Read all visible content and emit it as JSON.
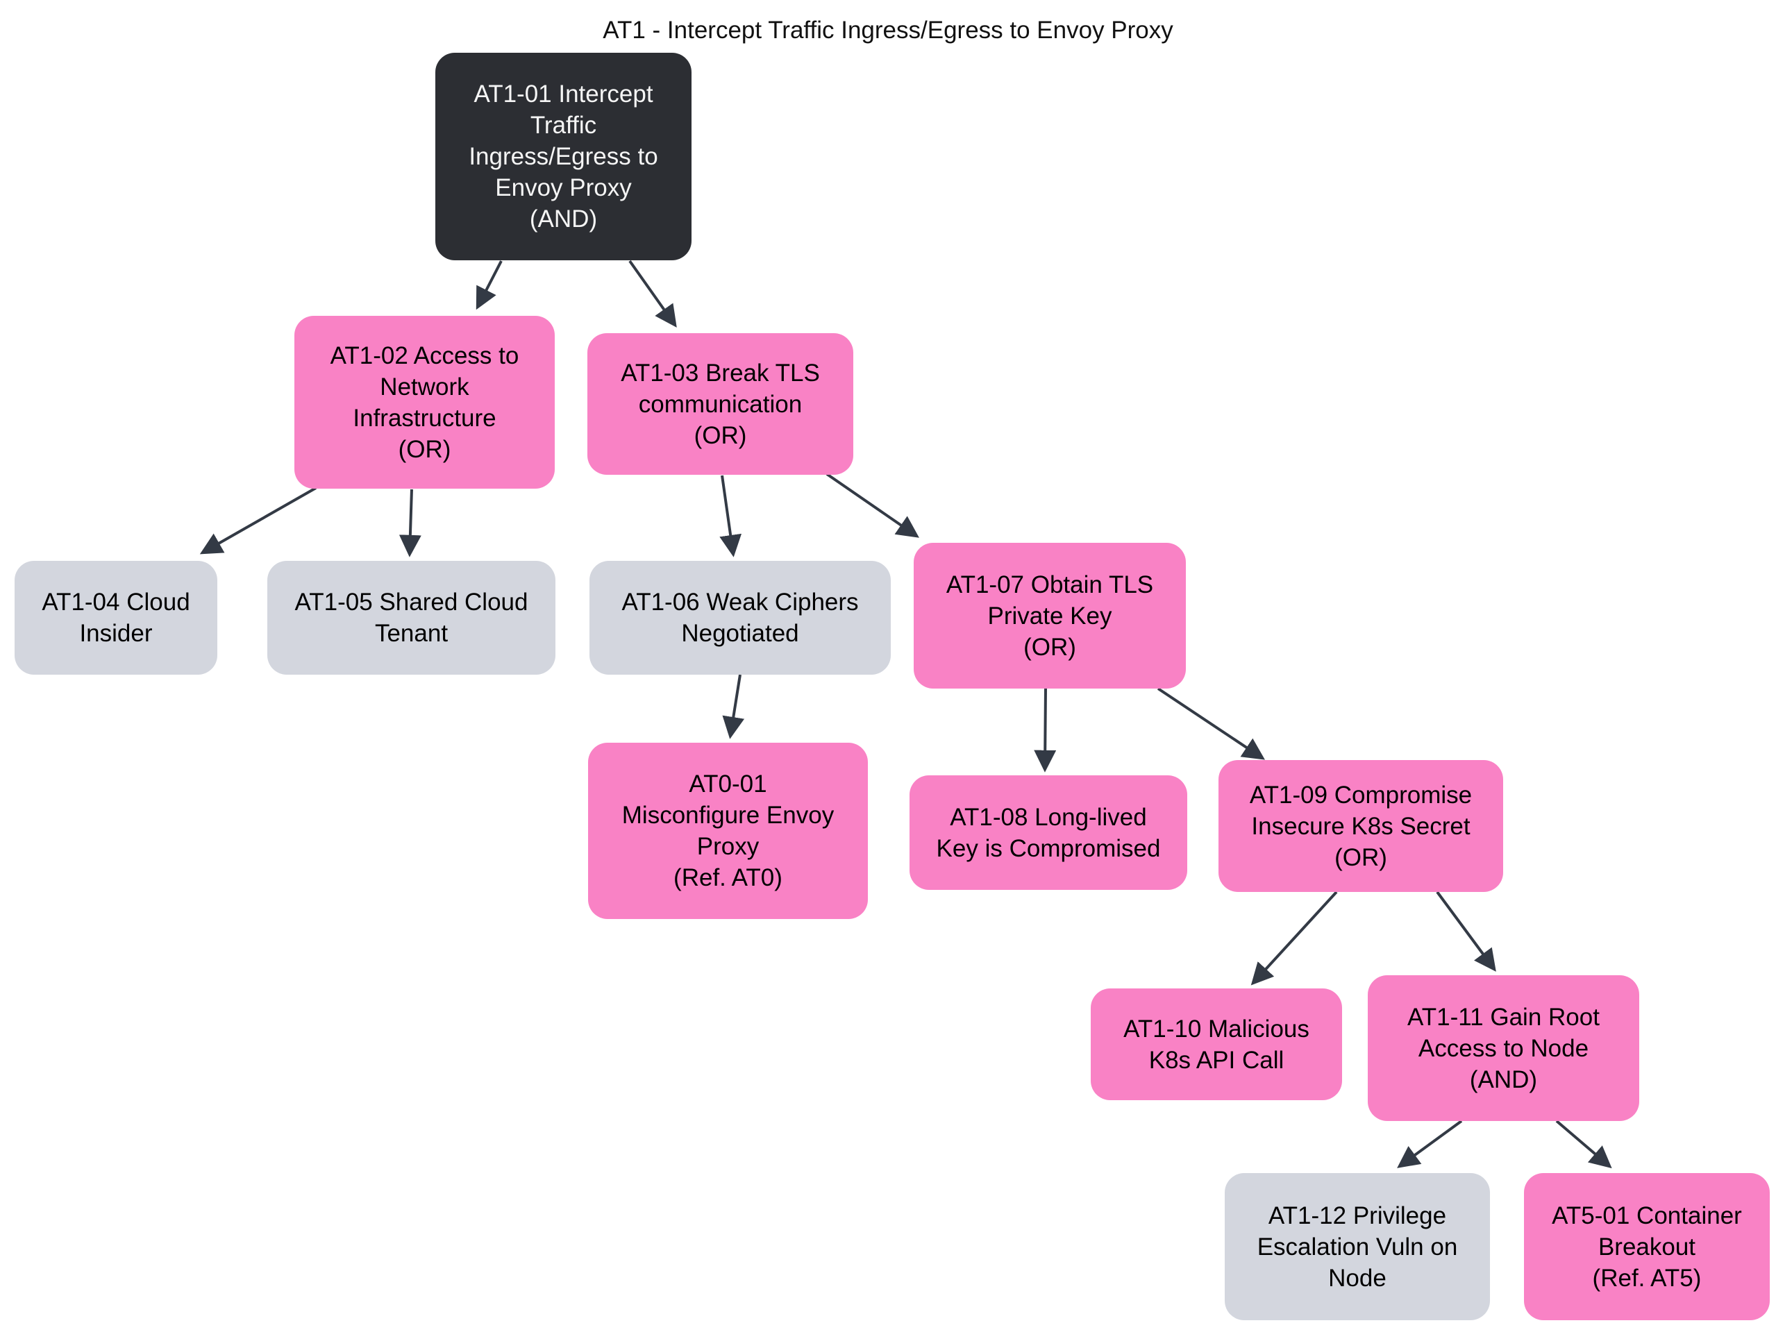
{
  "diagram": {
    "title": "AT1 - Intercept Traffic Ingress/Egress to Envoy Proxy",
    "type": "attack-tree-flowchart",
    "colors": {
      "background": "#ffffff",
      "root_fill": "#2c2e33",
      "root_text": "#f5f5f5",
      "pink_fill": "#f982c5",
      "leaf_gray_fill": "#d3d6de",
      "node_text": "#000000",
      "edge": "#333a45"
    },
    "nodes": [
      {
        "id": "AT1-01",
        "label": "AT1-01 Intercept\nTraffic\nIngress/Egress to\nEnvoy Proxy\n(AND)",
        "gate": "AND",
        "color": "dark"
      },
      {
        "id": "AT1-02",
        "label": "AT1-02 Access to\nNetwork\nInfrastructure\n(OR)",
        "gate": "OR",
        "color": "pink"
      },
      {
        "id": "AT1-03",
        "label": "AT1-03 Break TLS\ncommunication\n(OR)",
        "gate": "OR",
        "color": "pink"
      },
      {
        "id": "AT1-04",
        "label": "AT1-04 Cloud\nInsider",
        "gate": "",
        "color": "gray"
      },
      {
        "id": "AT1-05",
        "label": "AT1-05 Shared Cloud\nTenant",
        "gate": "",
        "color": "gray"
      },
      {
        "id": "AT1-06",
        "label": "AT1-06 Weak Ciphers\nNegotiated",
        "gate": "",
        "color": "gray"
      },
      {
        "id": "AT1-07",
        "label": "AT1-07 Obtain TLS\nPrivate Key\n(OR)",
        "gate": "OR",
        "color": "pink"
      },
      {
        "id": "AT0-01",
        "label": "AT0-01\nMisconfigure Envoy\nProxy\n(Ref. AT0)",
        "gate": "Ref. AT0",
        "color": "pink"
      },
      {
        "id": "AT1-08",
        "label": "AT1-08 Long-lived\nKey is Compromised",
        "gate": "",
        "color": "pink"
      },
      {
        "id": "AT1-09",
        "label": "AT1-09 Compromise\nInsecure K8s Secret\n(OR)",
        "gate": "OR",
        "color": "pink"
      },
      {
        "id": "AT1-10",
        "label": "AT1-10 Malicious\nK8s API Call",
        "gate": "",
        "color": "pink"
      },
      {
        "id": "AT1-11",
        "label": "AT1-11 Gain Root\nAccess to Node\n(AND)",
        "gate": "AND",
        "color": "pink"
      },
      {
        "id": "AT1-12",
        "label": "AT1-12 Privilege\nEscalation Vuln on\nNode",
        "gate": "",
        "color": "gray"
      },
      {
        "id": "AT5-01",
        "label": "AT5-01 Container\nBreakout\n(Ref. AT5)",
        "gate": "Ref. AT5",
        "color": "pink"
      }
    ],
    "edges": [
      {
        "from": "AT1-01",
        "to": "AT1-02"
      },
      {
        "from": "AT1-01",
        "to": "AT1-03"
      },
      {
        "from": "AT1-02",
        "to": "AT1-04"
      },
      {
        "from": "AT1-02",
        "to": "AT1-05"
      },
      {
        "from": "AT1-03",
        "to": "AT1-06"
      },
      {
        "from": "AT1-03",
        "to": "AT1-07"
      },
      {
        "from": "AT1-06",
        "to": "AT0-01"
      },
      {
        "from": "AT1-07",
        "to": "AT1-08"
      },
      {
        "from": "AT1-07",
        "to": "AT1-09"
      },
      {
        "from": "AT1-09",
        "to": "AT1-10"
      },
      {
        "from": "AT1-09",
        "to": "AT1-11"
      },
      {
        "from": "AT1-11",
        "to": "AT1-12"
      },
      {
        "from": "AT1-11",
        "to": "AT5-01"
      }
    ]
  }
}
